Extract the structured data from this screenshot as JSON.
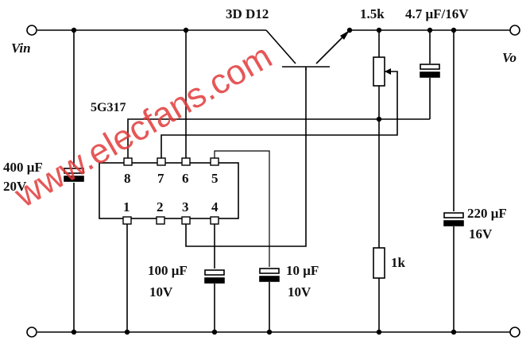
{
  "labels": {
    "vin": "Vin",
    "vo": "Vo",
    "transistor": "3D  D12",
    "r_top": "1.5k",
    "c_top": "4.7 μF/16V",
    "ic": "5G317",
    "c_in": "400 μF",
    "c_in_v": "20V",
    "c_out": "220 μF",
    "c_out_v": "16V",
    "c_p3": "100 μF",
    "c_p3_v": "10V",
    "c_p5": "10 μF",
    "c_p5_v": "10V",
    "r_low": "1k"
  },
  "pins": {
    "p8": "8",
    "p7": "7",
    "p6": "6",
    "p5": "5",
    "p1": "1",
    "p2": "2",
    "p3": "3",
    "p4": "4"
  },
  "watermark": "www.elecfans.com",
  "colors": {
    "ink": "#000000",
    "watermark": "#e23a3a"
  }
}
